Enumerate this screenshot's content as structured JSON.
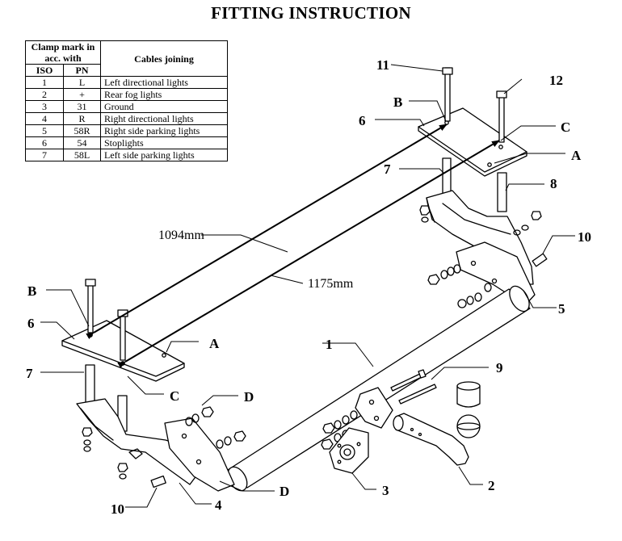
{
  "title": "FITTING INSTRUCTION",
  "table": {
    "header_clamp": "Clamp mark in acc. with",
    "header_iso": "ISO",
    "header_pn": "PN",
    "header_cables": "Cables joining",
    "rows": [
      {
        "iso": "1",
        "pn": "L",
        "cable": "Left directional lights"
      },
      {
        "iso": "2",
        "pn": "+",
        "cable": "Rear fog lights"
      },
      {
        "iso": "3",
        "pn": "31",
        "cable": "Ground"
      },
      {
        "iso": "4",
        "pn": "R",
        "cable": "Right directional lights"
      },
      {
        "iso": "5",
        "pn": "58R",
        "cable": "Right side parking lights"
      },
      {
        "iso": "6",
        "pn": "54",
        "cable": "Stoplights"
      },
      {
        "iso": "7",
        "pn": "58L",
        "cable": "Left side parking lights"
      }
    ]
  },
  "dimensions": {
    "inner": "1094mm",
    "outer": "1175mm"
  },
  "callouts": {
    "n1": "1",
    "n2": "2",
    "n3": "3",
    "n4": "4",
    "n5": "5",
    "n6": "6",
    "n7": "7",
    "n8": "8",
    "n9": "9",
    "n10": "10",
    "n11": "11",
    "n12": "12",
    "a": "A",
    "b": "B",
    "c": "C",
    "d": "D"
  }
}
